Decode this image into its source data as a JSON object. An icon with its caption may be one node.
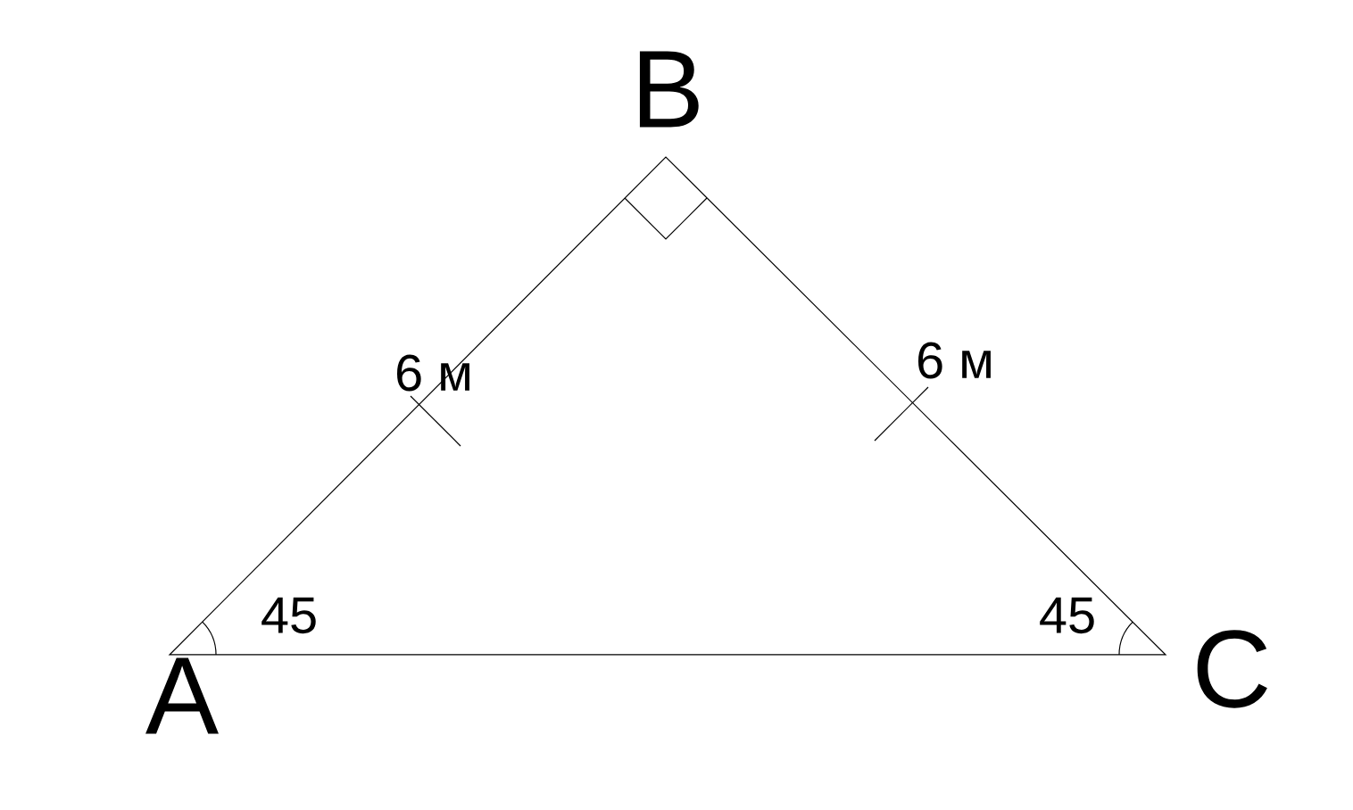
{
  "diagram": {
    "labels": [
      "B",
      "6 м",
      "6 м",
      "45",
      "A",
      "45",
      "C"
    ]
  }
}
